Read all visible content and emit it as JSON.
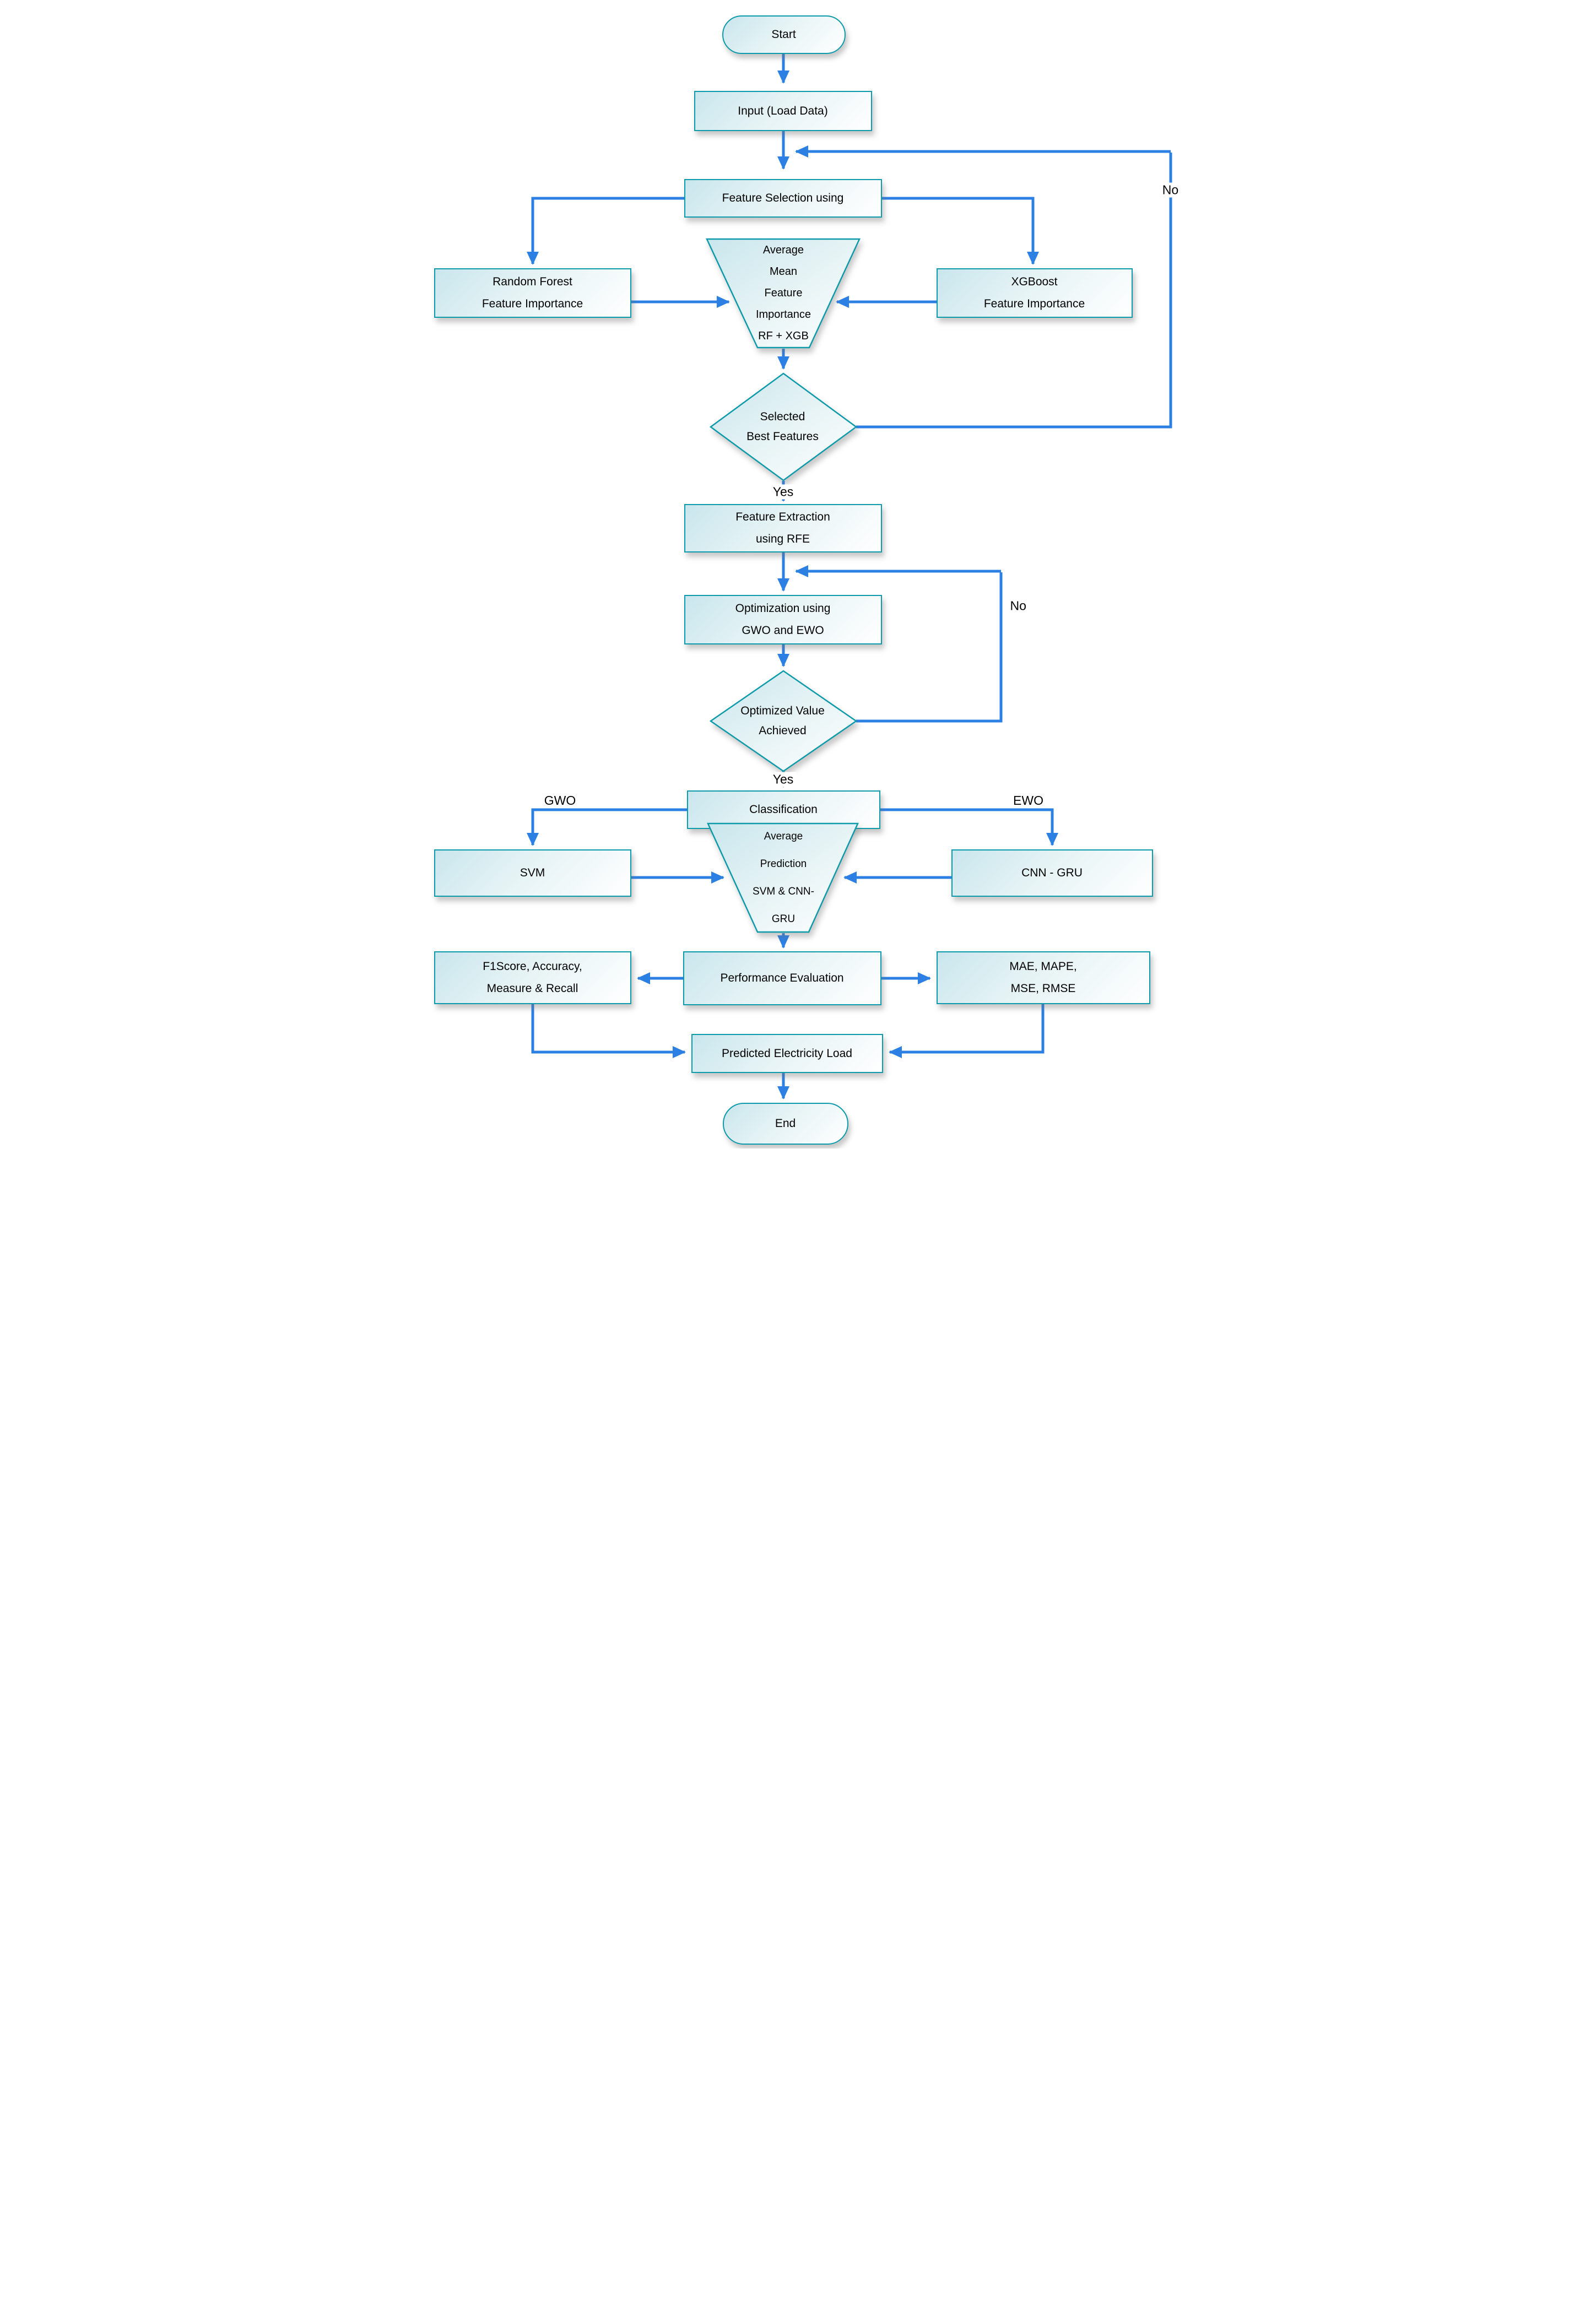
{
  "diagram": {
    "type": "flowchart",
    "colors": {
      "node_border": "#0d9aaa",
      "node_fill_top": "#c9e6ed",
      "node_fill_bottom": "#ffffff",
      "arrow": "#2c80e4",
      "text": "#000000"
    },
    "nodes": {
      "start": {
        "shape": "terminator",
        "label": "Start"
      },
      "input": {
        "shape": "process",
        "label": "Input (Load Data)"
      },
      "feature_selection": {
        "shape": "process",
        "label": "Feature Selection using"
      },
      "random_forest": {
        "shape": "process",
        "lines": [
          "Random Forest",
          "Feature Importance"
        ]
      },
      "xgboost": {
        "shape": "process",
        "lines": [
          "XGBoost",
          "Feature Importance"
        ]
      },
      "avg_mean_importance": {
        "shape": "trapezoid",
        "lines": [
          "Average",
          "Mean",
          "Feature",
          "Importance",
          "RF + XGB"
        ]
      },
      "selected_best_features": {
        "shape": "decision",
        "lines": [
          "Selected",
          "Best Features"
        ]
      },
      "feature_extraction": {
        "shape": "process",
        "lines": [
          "Feature Extraction",
          "using RFE"
        ]
      },
      "optimization": {
        "shape": "process",
        "lines": [
          "Optimization using",
          "GWO and EWO"
        ]
      },
      "optimized_value": {
        "shape": "decision",
        "lines": [
          "Optimized Value",
          "Achieved"
        ]
      },
      "classification": {
        "shape": "process",
        "label": "Classification"
      },
      "svm": {
        "shape": "process",
        "label": "SVM"
      },
      "cnn_gru": {
        "shape": "process",
        "label": "CNN - GRU"
      },
      "avg_prediction": {
        "shape": "trapezoid",
        "lines": [
          "Average",
          "Prediction",
          "SVM & CNN-",
          "GRU"
        ]
      },
      "performance_evaluation": {
        "shape": "process",
        "label": "Performance Evaluation"
      },
      "f1_metrics": {
        "shape": "process",
        "lines": [
          "F1Score, Accuracy,",
          "Measure & Recall"
        ]
      },
      "error_metrics": {
        "shape": "process",
        "lines": [
          "MAE, MAPE,",
          "MSE, RMSE"
        ]
      },
      "predicted_load": {
        "shape": "process",
        "label": "Predicted Electricity Load"
      },
      "end": {
        "shape": "terminator",
        "label": "End"
      }
    },
    "edge_labels": {
      "no_best_features": "No",
      "yes_best_features": "Yes",
      "no_optimized": "No",
      "yes_optimized": "Yes",
      "gwo": "GWO",
      "ewo": "EWO"
    }
  }
}
